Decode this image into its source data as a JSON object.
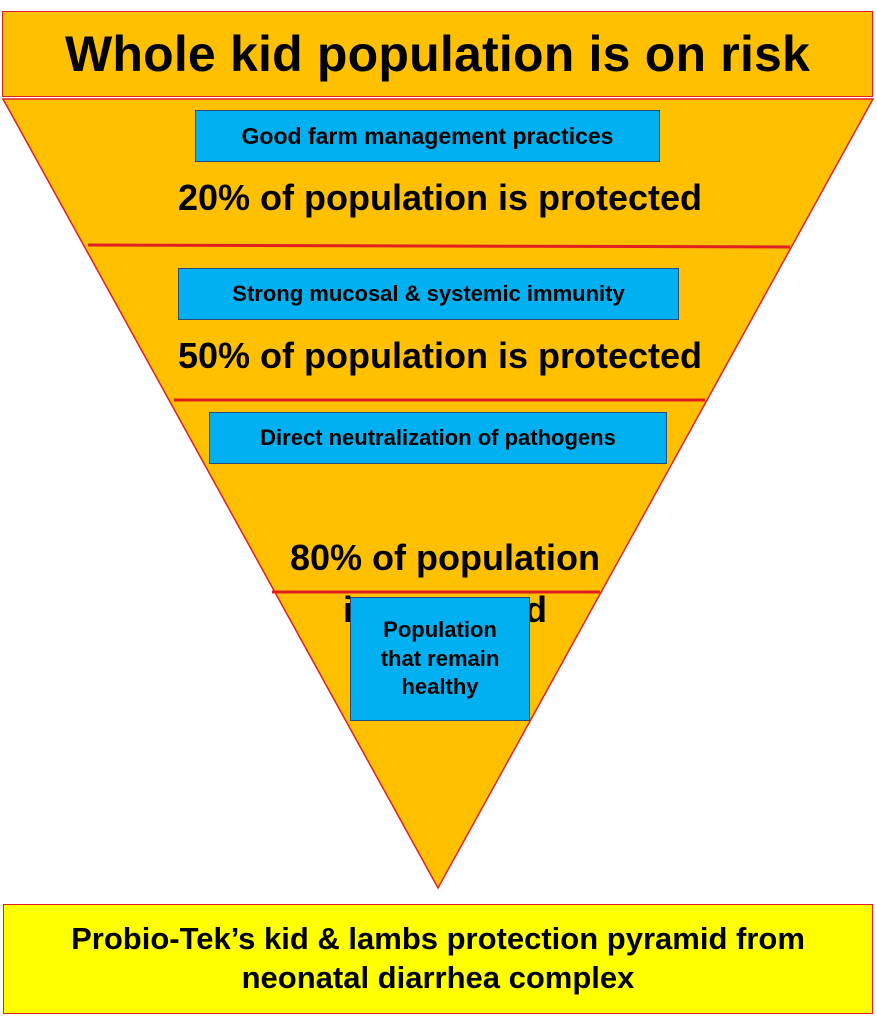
{
  "title": "Whole kid population is on risk",
  "tiers": [
    {
      "label": "Good farm management practices",
      "protection": "20% of population is protected"
    },
    {
      "label": "Strong mucosal & systemic immunity",
      "protection": "50% of population is protected"
    },
    {
      "label": "Direct neutralization of pathogens",
      "protection": "80% of population\nis protected"
    },
    {
      "label": "Population\nthat remain\nhealthy",
      "protection": ""
    }
  ],
  "footer": "Probio-Tek’s kid & lambs protection pyramid from neonatal diarrhea complex",
  "colors": {
    "pyramid_fill": "#FFC000",
    "outline": "#E02020",
    "label_fill": "#00B0F0",
    "footer_fill": "#FFFF00"
  }
}
